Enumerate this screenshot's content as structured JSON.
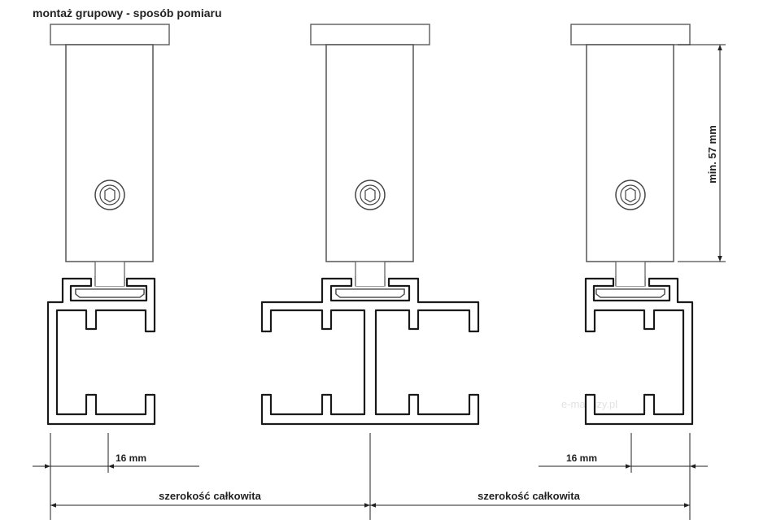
{
  "title": "montaż grupowy - sposób pomiaru",
  "dimensions": {
    "offset_left": "16 mm",
    "offset_right": "16 mm",
    "width_left": "szerokość całkowita",
    "width_right": "szerokość całkowita",
    "min_height": "min. 57 mm"
  },
  "watermark": "e-markizy.pl",
  "colors": {
    "line": "#1a1a1a",
    "bracket": "#666666"
  }
}
